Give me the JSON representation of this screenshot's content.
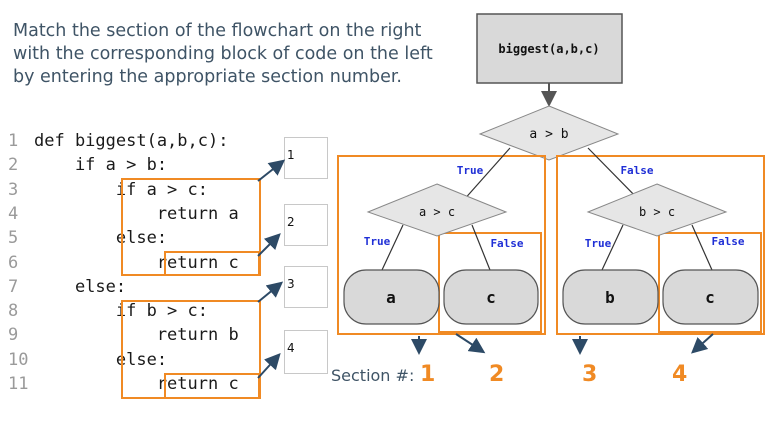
{
  "instructions": {
    "line1": "Match the section of the flowchart on the right",
    "line2": "with the corresponding block of code on the left",
    "line3": "by entering the appropriate section number."
  },
  "code": {
    "lines": [
      {
        "n": "1",
        "text": "def biggest(a,b,c):"
      },
      {
        "n": "2",
        "text": "    if a > b:"
      },
      {
        "n": "3",
        "text": "        if a > c:"
      },
      {
        "n": "4",
        "text": "            return a"
      },
      {
        "n": "5",
        "text": "        else:"
      },
      {
        "n": "6",
        "text": "            return c"
      },
      {
        "n": "7",
        "text": "    else:"
      },
      {
        "n": "8",
        "text": "        if b > c:"
      },
      {
        "n": "9",
        "text": "            return b"
      },
      {
        "n": "10",
        "text": "        else:"
      },
      {
        "n": "11",
        "text": "            return c"
      }
    ]
  },
  "answers": [
    {
      "label": "1",
      "value": ""
    },
    {
      "label": "2",
      "value": ""
    },
    {
      "label": "3",
      "value": ""
    },
    {
      "label": "4",
      "value": ""
    }
  ],
  "flowchart": {
    "start": "biggest(a,b,c)",
    "d1": "a > b",
    "d2": "a > c",
    "d3": "b > c",
    "true_label": "True",
    "false_label": "False",
    "t_a": "a",
    "t_c1": "c",
    "t_b": "b",
    "t_c2": "c"
  },
  "sections": {
    "label": "Section #:",
    "n1": "1",
    "n2": "2",
    "n3": "3",
    "n4": "4"
  },
  "colors": {
    "accent": "#f08a24",
    "terminal": "#d9d9d9",
    "decision": "#e6e6e6",
    "label_blue": "#1f2fd6"
  }
}
